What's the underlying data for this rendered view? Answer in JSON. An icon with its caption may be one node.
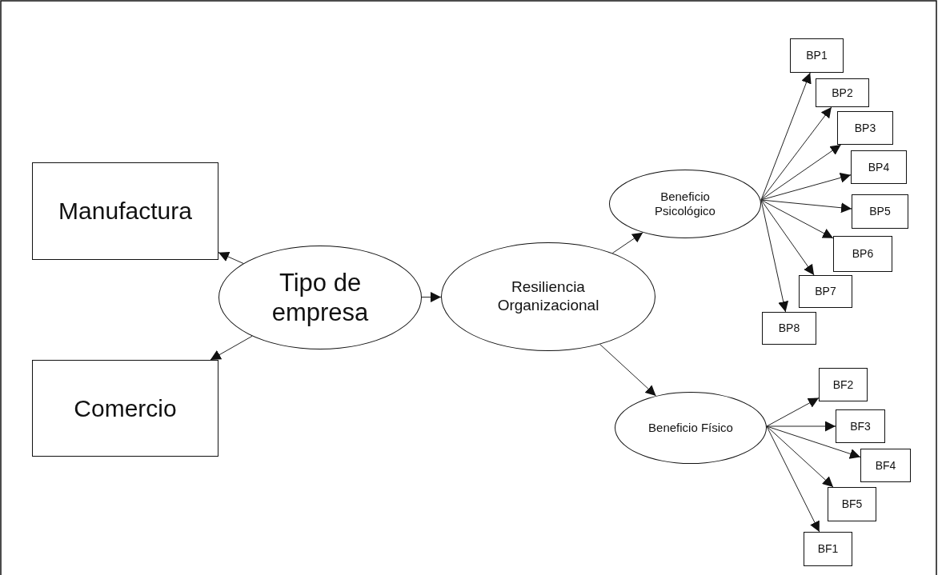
{
  "diagram": {
    "nodes": [
      {
        "text": [
          "Manufactura"
        ]
      },
      {
        "text": [
          "Comercio"
        ]
      },
      {
        "text": [
          "Tipo de empresa"
        ]
      },
      {
        "text": [
          "Resiliencia Organizacional"
        ]
      },
      {
        "text": [
          "Beneficio Psicológico"
        ]
      },
      {
        "text": [
          "Beneficio Físico"
        ]
      },
      {
        "text": [
          "BP1"
        ]
      },
      {
        "text": [
          "BP2"
        ]
      },
      {
        "text": [
          "BP3"
        ]
      },
      {
        "text": [
          "BP4"
        ]
      },
      {
        "text": [
          "BP5"
        ]
      },
      {
        "text": [
          "BP6"
        ]
      },
      {
        "text": [
          "BP7"
        ]
      },
      {
        "text": [
          "BP8"
        ]
      },
      {
        "text": [
          "BF2"
        ]
      },
      {
        "text": [
          "BF3"
        ]
      },
      {
        "text": [
          "BF4"
        ]
      },
      {
        "text": [
          "BF5"
        ]
      },
      {
        "text": [
          "BF1"
        ]
      }
    ],
    "edges": [
      {
        "from": 2,
        "to": 0,
        "arrow": "to"
      },
      {
        "from": 2,
        "to": 1,
        "arrow": "to"
      },
      {
        "from": 2,
        "to": 3,
        "arrow": "to"
      },
      {
        "from": 3,
        "to": 4,
        "arrow": "to"
      },
      {
        "from": 3,
        "to": 5,
        "arrow": "to"
      },
      {
        "from": 4,
        "to": 6,
        "arrow": "to"
      },
      {
        "from": 4,
        "to": 7,
        "arrow": "to"
      },
      {
        "from": 4,
        "to": 8,
        "arrow": "to"
      },
      {
        "from": 4,
        "to": 9,
        "arrow": "to"
      },
      {
        "from": 4,
        "to": 10,
        "arrow": "to"
      },
      {
        "from": 4,
        "to": 11,
        "arrow": "to"
      },
      {
        "from": 4,
        "to": 12,
        "arrow": "to"
      },
      {
        "from": 4,
        "to": 13,
        "arrow": "to"
      },
      {
        "from": 5,
        "to": 14,
        "arrow": "to"
      },
      {
        "from": 5,
        "to": 15,
        "arrow": "to"
      },
      {
        "from": 5,
        "to": 16,
        "arrow": "to"
      },
      {
        "from": 5,
        "to": 17,
        "arrow": "to"
      },
      {
        "from": 5,
        "to": 18,
        "arrow": "to"
      }
    ]
  }
}
